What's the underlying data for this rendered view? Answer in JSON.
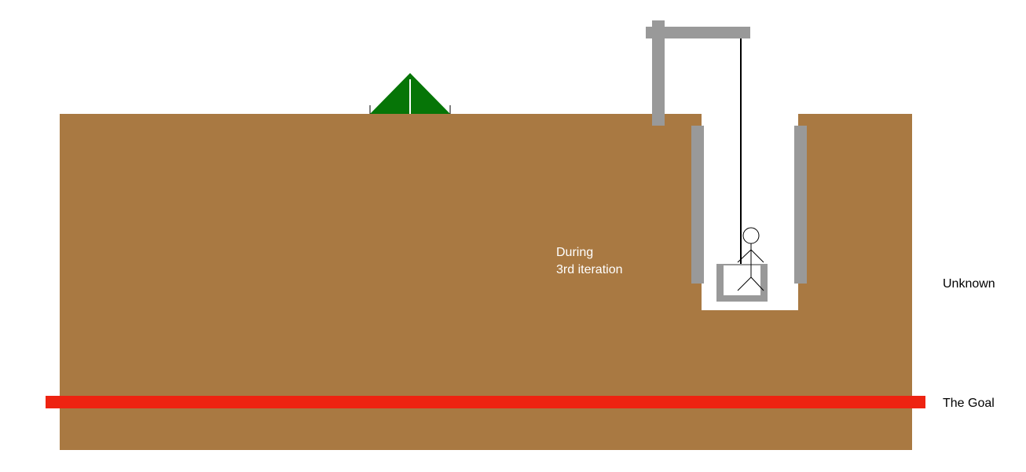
{
  "labels": {
    "during_line1": "During",
    "during_line2": "3rd iteration",
    "unknown": "Unknown",
    "goal": "The Goal"
  },
  "colors": {
    "ground": "#a97942",
    "goal_line": "#ee2311",
    "tent": "#067507",
    "metal": "#999999",
    "shaft": "#ffffff",
    "stroke": "#000000",
    "text_on_ground": "#ffffff",
    "text_outside": "#000000"
  },
  "icons": {
    "tent": "tent-icon",
    "crane": "crane-icon",
    "person": "stick-figure-icon",
    "cage": "elevator-cage-icon"
  }
}
